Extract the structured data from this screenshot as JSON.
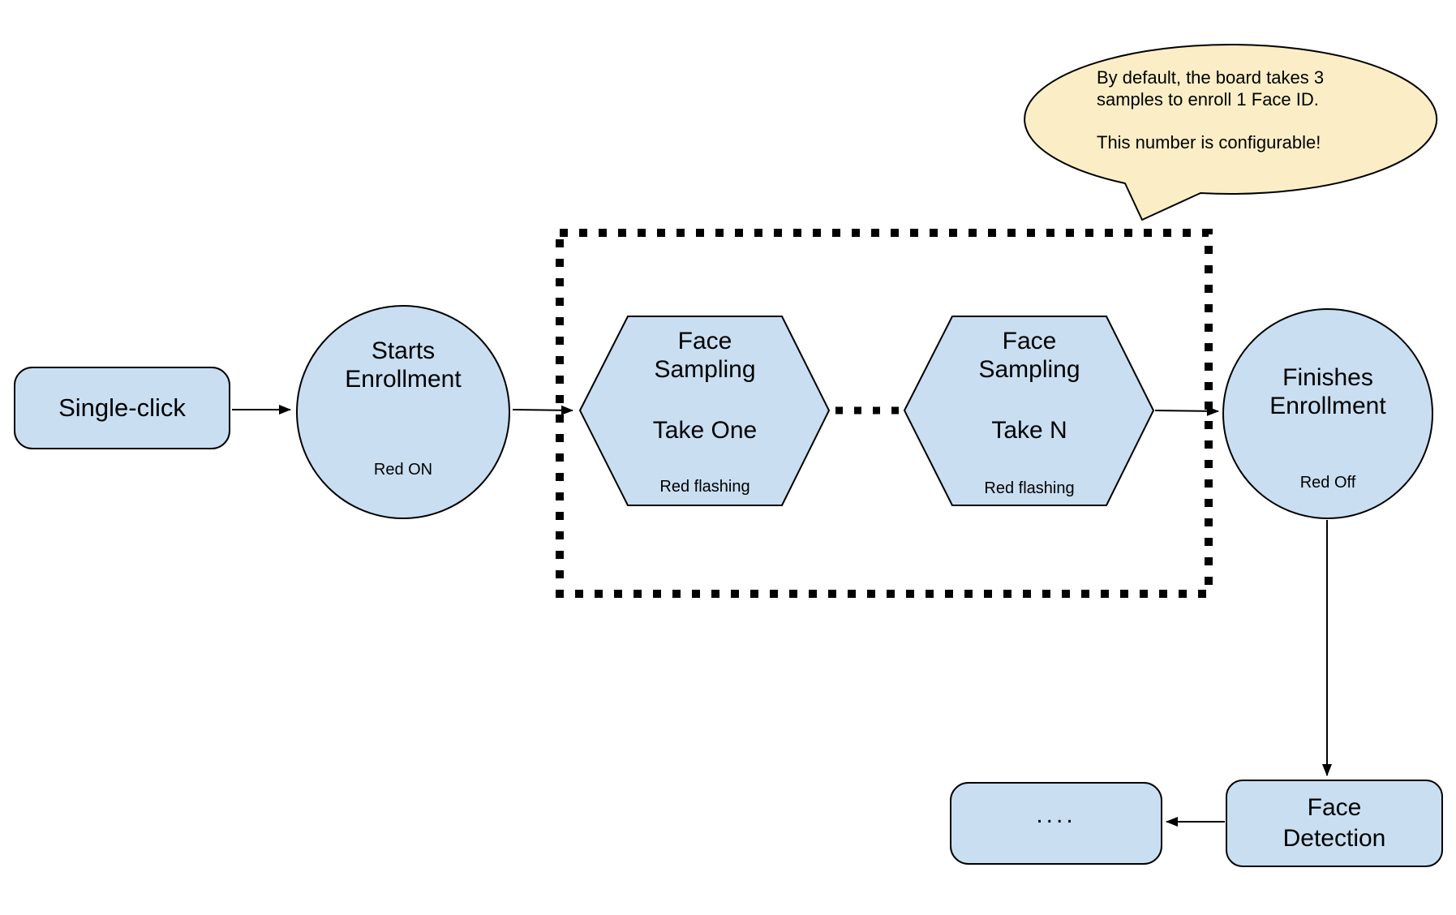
{
  "colors": {
    "node_fill": "#C9DEF1",
    "node_stroke": "#000000",
    "callout_fill": "#FBEEC6",
    "callout_stroke": "#000000",
    "background": "#FFFFFF"
  },
  "callout": {
    "line1": "By default, the board takes 3",
    "line2": "samples to enroll 1 Face ID.",
    "line3": "This number is configurable!"
  },
  "nodes": {
    "single_click": {
      "label": "Single-click"
    },
    "starts_enrollment": {
      "line1": "Starts",
      "line2": "Enrollment",
      "status": "Red ON"
    },
    "face_sampling_one": {
      "line1": "Face",
      "line2": "Sampling",
      "take": "Take One",
      "status": "Red flashing"
    },
    "face_sampling_n": {
      "line1": "Face",
      "line2": "Sampling",
      "take": "Take N",
      "status": "Red flashing"
    },
    "finishes_enrollment": {
      "line1": "Finishes",
      "line2": "Enrollment",
      "status": "Red Off"
    },
    "face_detection": {
      "line1": "Face",
      "line2": "Detection"
    },
    "ellipsis_box": {
      "label": "...."
    }
  }
}
